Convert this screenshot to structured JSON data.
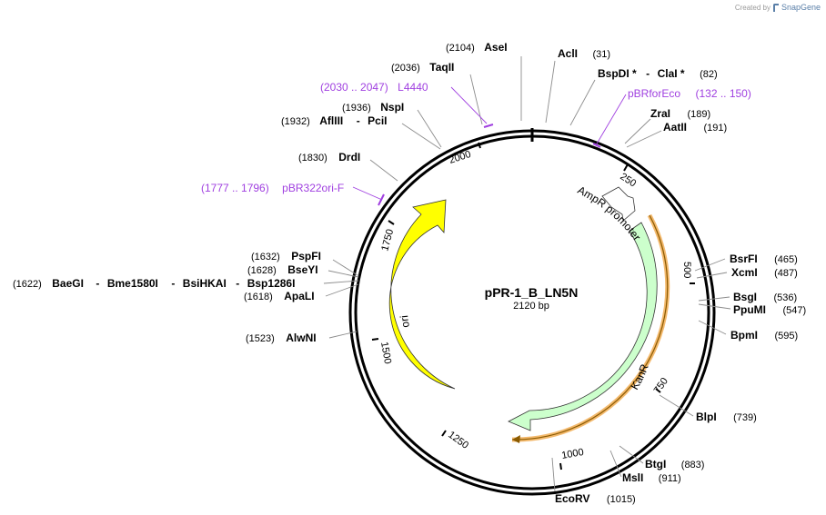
{
  "credit": {
    "text": "Created by",
    "brand": "SnapGene"
  },
  "plasmid": {
    "name": "pPR-1_B_LN5N",
    "length_label": "2120 bp",
    "length": 2120
  },
  "ruler_ticks": [
    "250",
    "500",
    "750",
    "1000",
    "1250",
    "1500",
    "1750",
    "2000"
  ],
  "features": [
    {
      "name": "ori",
      "color": "#ffff00"
    },
    {
      "name": "KanR",
      "color": "#ccffcc"
    },
    {
      "name": "AmpR promoter",
      "color": "#ffffff"
    }
  ],
  "primers": [
    {
      "range": "(2030 .. 2047)",
      "name": "L4440"
    },
    {
      "name": "pBRforEco",
      "range": "(132 .. 150)"
    },
    {
      "range": "(1777 .. 1796)",
      "name": "pBR322ori-F"
    }
  ],
  "enzymes": [
    {
      "pos": "(2104)",
      "name": "AseI"
    },
    {
      "name": "AclI",
      "pos": "(31)"
    },
    {
      "pos": "(2036)",
      "name": "TaqII"
    },
    {
      "name": "BspDI *",
      "sep": "-",
      "name2": "ClaI *",
      "pos": "(82)"
    },
    {
      "pos": "(1936)",
      "name": "NspI"
    },
    {
      "pos": "(1932)",
      "name": "AflIII",
      "sep": "-",
      "name2": "PciI"
    },
    {
      "name": "ZraI",
      "pos": "(189)"
    },
    {
      "name": "AatII",
      "pos": "(191)"
    },
    {
      "pos": "(1830)",
      "name": "DrdI"
    },
    {
      "name": "BsrFI",
      "pos": "(465)"
    },
    {
      "pos": "(1632)",
      "name": "PspFI"
    },
    {
      "name": "XcmI",
      "pos": "(487)"
    },
    {
      "pos": "(1628)",
      "name": "BseYI"
    },
    {
      "pos": "(1622)",
      "name": "BaeGI",
      "sep": "-",
      "name2": "Bme1580I",
      "sep2": "-",
      "name3": "BsiHKAI",
      "sep3": "-",
      "name4": "Bsp1286I"
    },
    {
      "name": "BsgI",
      "pos": "(536)"
    },
    {
      "pos": "(1618)",
      "name": "ApaLI"
    },
    {
      "name": "PpuMI",
      "pos": "(547)"
    },
    {
      "name": "BpmI",
      "pos": "(595)"
    },
    {
      "pos": "(1523)",
      "name": "AlwNI"
    },
    {
      "name": "BlpI",
      "pos": "(739)"
    },
    {
      "name": "BtgI",
      "pos": "(883)"
    },
    {
      "name": "MslI",
      "pos": "(911)"
    },
    {
      "name": "EcoRV",
      "pos": "(1015)"
    }
  ]
}
